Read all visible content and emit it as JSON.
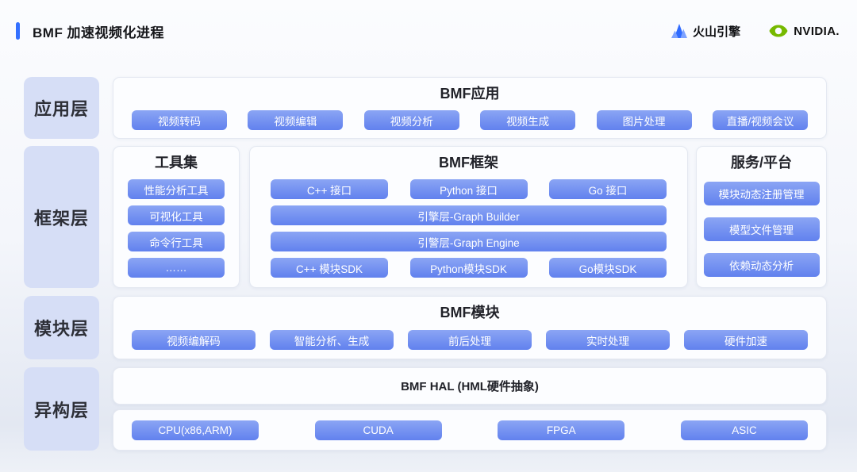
{
  "header": {
    "title": "BMF 加速视频化进程",
    "volcano_label": "火山引擎",
    "nvidia_label": "NVIDIA."
  },
  "layer_labels": {
    "app": "应用层",
    "framework": "框架层",
    "module": "模块层",
    "hetero": "异构层"
  },
  "app": {
    "title": "BMF应用",
    "items": [
      "视频转码",
      "视频编辑",
      "视频分析",
      "视频生成",
      "图片处理",
      "直播/视频会议"
    ]
  },
  "toolset": {
    "title": "工具集",
    "items": [
      "性能分析工具",
      "可视化工具",
      "命令行工具",
      "……"
    ]
  },
  "framework": {
    "title": "BMF框架",
    "interfaces": [
      "C++ 接口",
      "Python 接口",
      "Go 接口"
    ],
    "engine_builder": "引擎层-Graph Builder",
    "engine_engine": "引警层-Graph Engine",
    "sdks": [
      "C++ 模块SDK",
      "Python模块SDK",
      "Go模块SDK"
    ]
  },
  "service": {
    "title": "服务/平台",
    "items": [
      "模块动态注册管理",
      "模型文件管理",
      "依赖动态分析"
    ]
  },
  "module": {
    "title": "BMF模块",
    "items": [
      "视频编解码",
      "智能分析、生成",
      "前后处理",
      "实时处理",
      "硬件加速"
    ]
  },
  "hetero": {
    "hal": "BMF HAL (HML硬件抽象)",
    "hardware": [
      "CPU(x86,ARM)",
      "CUDA",
      "FPGA",
      "ASIC"
    ]
  },
  "colors": {
    "accent": "#3370ff",
    "chip_top": "#8ba5f4",
    "chip_bottom": "#6181ee",
    "label_bg": "#d6def6",
    "nvidia_green": "#76b900"
  }
}
